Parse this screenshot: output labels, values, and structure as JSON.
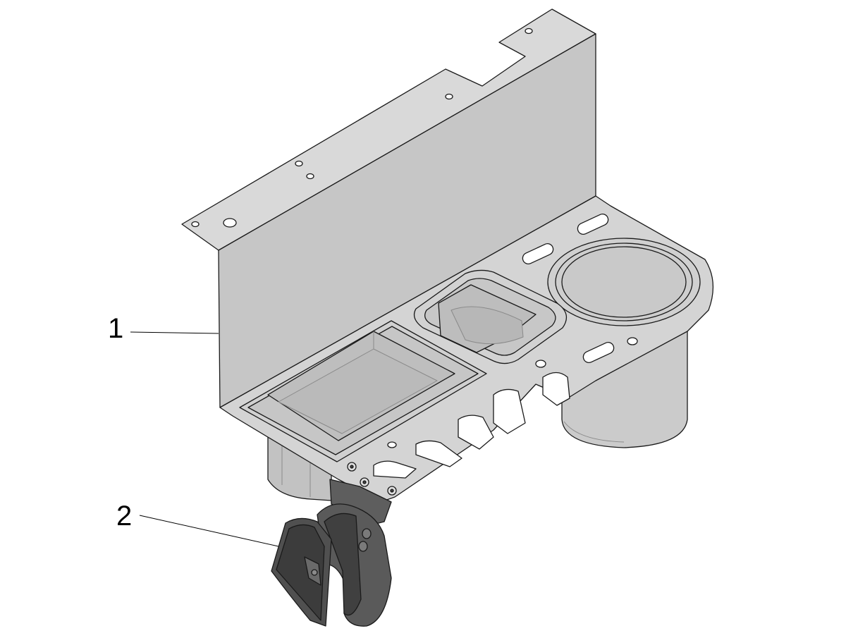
{
  "callouts": [
    {
      "id": "1",
      "label": "1"
    },
    {
      "id": "2",
      "label": "2"
    }
  ],
  "colors": {
    "sheet_metal": "#c8c8c8",
    "sheet_metal_light": "#dedede",
    "sheet_metal_dark": "#a9a9a9",
    "bracket": "#595959",
    "bracket_dark": "#3c3c3c",
    "outline": "#1a1a1a",
    "background": "#ffffff"
  },
  "parts": [
    {
      "callout": "1",
      "part": "tool-holder-bracket"
    },
    {
      "callout": "2",
      "part": "hanger-clip"
    }
  ]
}
